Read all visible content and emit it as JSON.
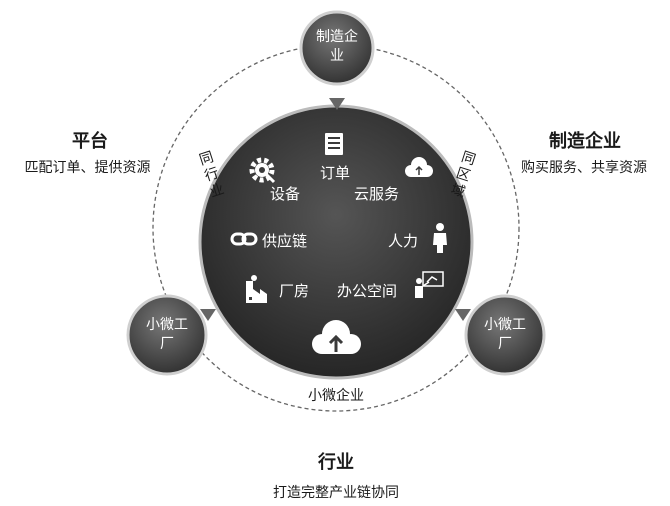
{
  "nodes": {
    "top": {
      "label": "制造企业"
    },
    "left": {
      "label": "小微工厂"
    },
    "right": {
      "label": "小微工厂"
    }
  },
  "sides": {
    "left": {
      "title": "平台",
      "subtitle": "匹配订单、提供资源"
    },
    "right": {
      "title": "制造企业",
      "subtitle": "购买服务、共享资源"
    },
    "bottom": {
      "title": "行业",
      "subtitle": "打造完整产业链协同"
    }
  },
  "arc_labels": {
    "left": "同行业",
    "right": "同区域",
    "bottom": "小微企业"
  },
  "resources": [
    {
      "label": "订单",
      "icon": "document-icon"
    },
    {
      "label": "设备",
      "icon": "gear-icon"
    },
    {
      "label": "云服务",
      "icon": "cloud-icon"
    },
    {
      "label": "供应链",
      "icon": "chain-link-icon"
    },
    {
      "label": "人力",
      "icon": "person-icon"
    },
    {
      "label": "厂房",
      "icon": "factory-icon"
    },
    {
      "label": "办公空间",
      "icon": "presenter-icon"
    }
  ],
  "center_icon": "cloud-upload-icon",
  "colors": {
    "disc": "#3a3a3a",
    "node": "#4a4a4a",
    "arrow": "#6a6a6a"
  }
}
